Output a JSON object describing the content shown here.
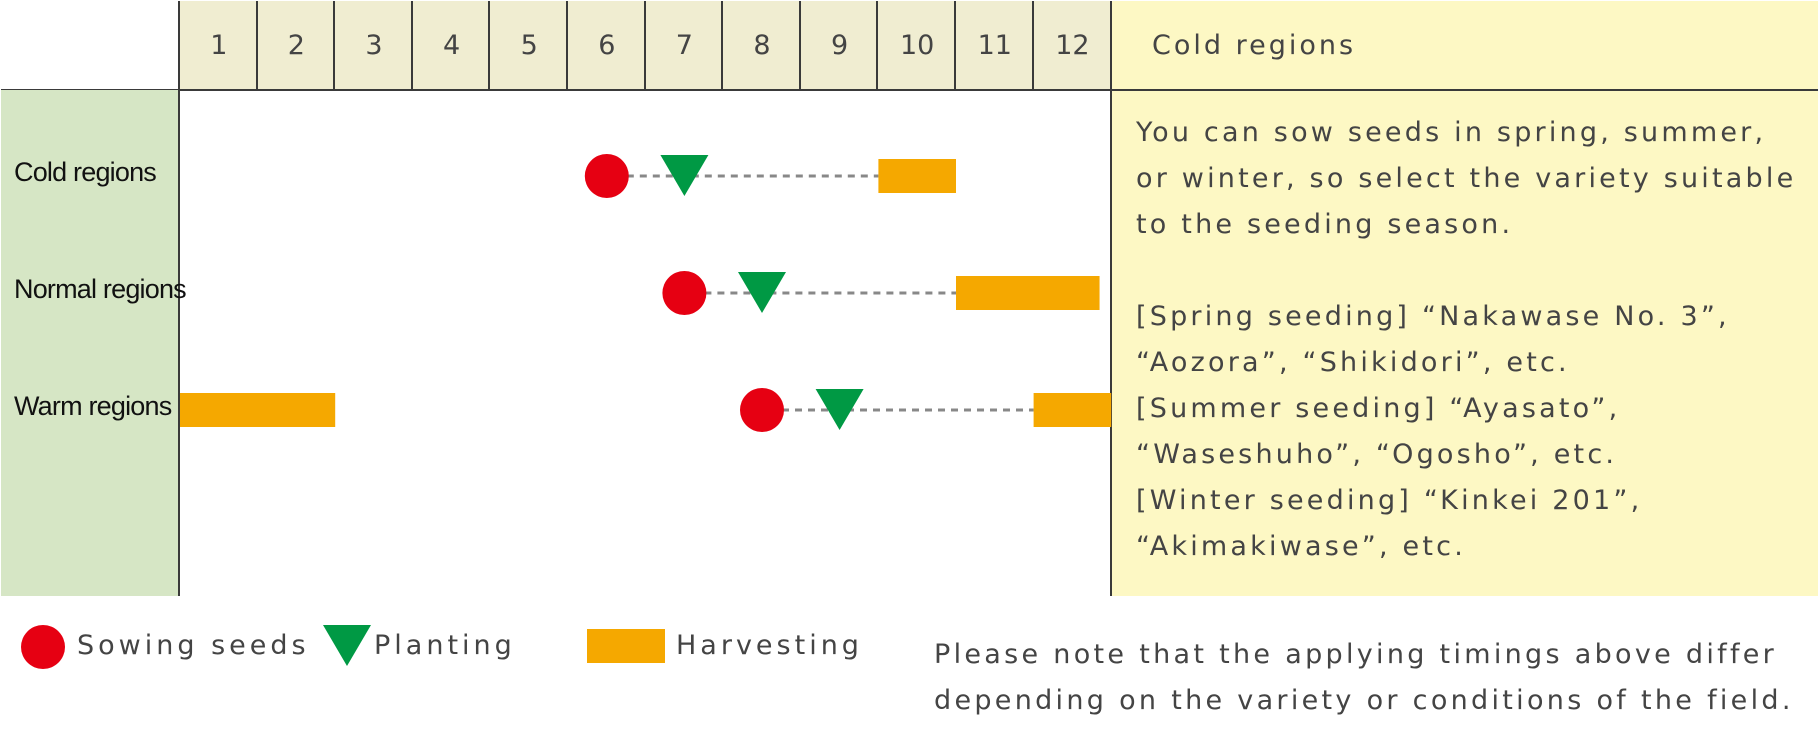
{
  "months": [
    "1",
    "2",
    "3",
    "4",
    "5",
    "6",
    "7",
    "8",
    "9",
    "10",
    "11",
    "12"
  ],
  "regions": [
    "Cold regions",
    "Normal regions",
    "Warm regions"
  ],
  "chart_data": {
    "type": "gantt",
    "series": [
      {
        "region": "Cold regions",
        "sowing": 6,
        "planting": 7,
        "harvest": [
          [
            10,
            11
          ]
        ]
      },
      {
        "region": "Normal regions",
        "sowing": 7,
        "planting": 8,
        "harvest": [
          [
            11,
            12.85
          ]
        ]
      },
      {
        "region": "Warm regions",
        "sowing": 8,
        "planting": 9,
        "harvest": [
          [
            1,
            3
          ],
          [
            12,
            13
          ]
        ]
      }
    ],
    "colors": {
      "sowing": "#e60012",
      "planting": "#009944",
      "harvest": "#f5a800",
      "dash": "#888888"
    }
  },
  "info": {
    "title": "Cold regions",
    "body": "You can sow seeds in spring, summer, or winter, so select the variety suitable to the seeding season.\n\n[Spring seeding] “Nakawase No. 3”, “Aozora”, “Shikidori”, etc.\n[Summer seeding] “Ayasato”, “Waseshuho”, “Ogosho”, etc.\n[Winter seeding] “Kinkei 201”, “Akimakiwase”, etc."
  },
  "legend": {
    "sowing": "Sowing seeds",
    "planting": "Planting",
    "harvest": "Harvesting"
  },
  "note": "Please note that the applying timings above differ\ndepending on the variety or conditions of the field."
}
